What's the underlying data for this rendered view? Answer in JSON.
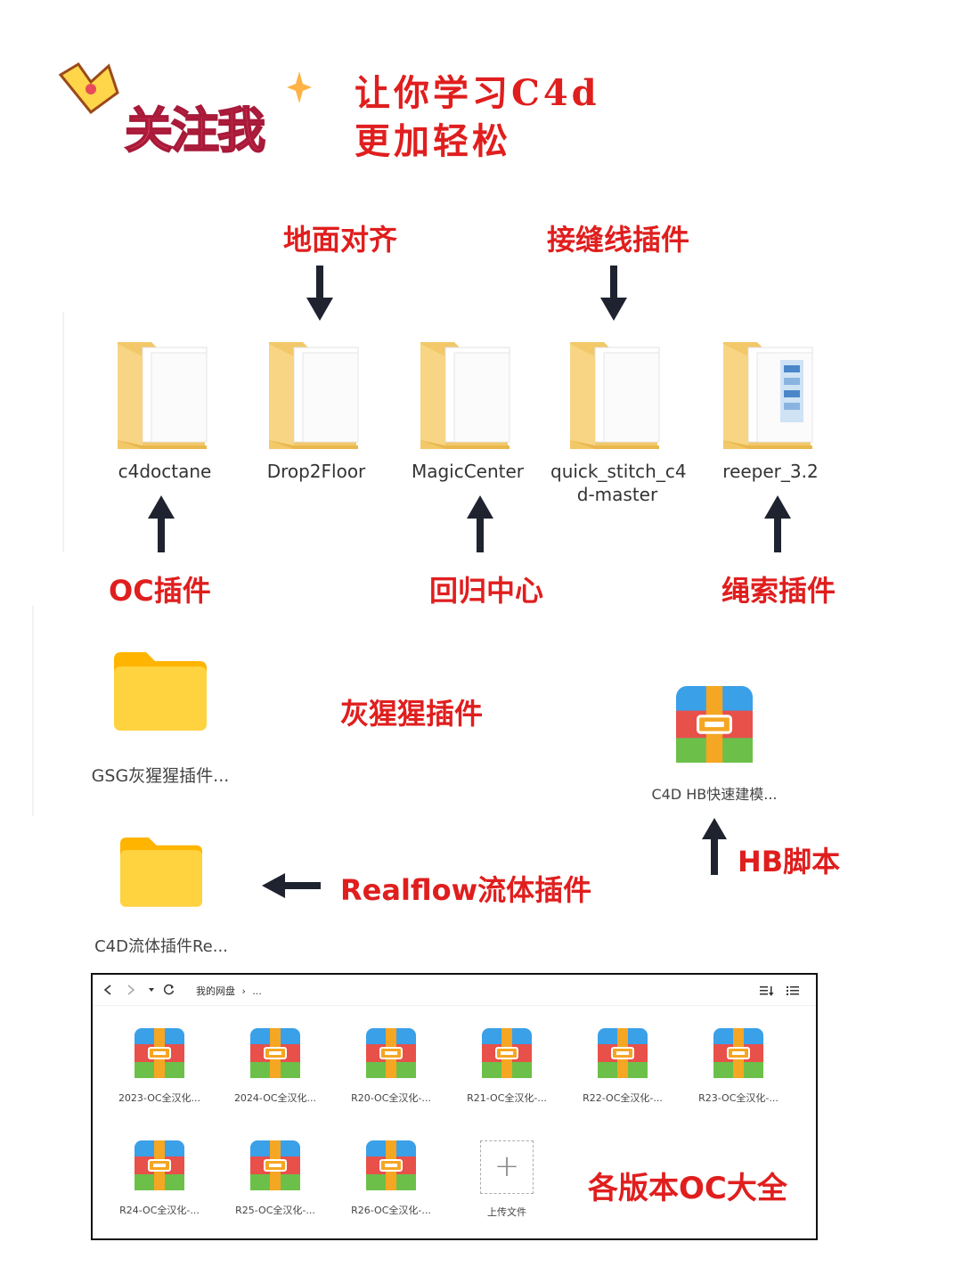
{
  "header": {
    "logo_text": "关注我",
    "tagline_line1": "让你学习C4d",
    "tagline_line2": "更加轻松"
  },
  "top_labels": {
    "drop2floor_desc": "地面对齐",
    "quickstitch_desc": "接缝线插件"
  },
  "folders": [
    {
      "name": "c4doctane"
    },
    {
      "name": "Drop2Floor"
    },
    {
      "name": "MagicCenter"
    },
    {
      "name": "quick_stitch_c4\nd-master"
    },
    {
      "name": "reeper_3.2"
    }
  ],
  "bottom_labels": {
    "octane_desc": "OC插件",
    "magiccenter_desc": "回归中心",
    "reeper_desc": "绳索插件"
  },
  "middle": {
    "gsg_folder_name": "GSG灰猩猩插件...",
    "gsg_desc": "灰猩猩插件",
    "hb_file_name": "C4D HB快速建模...",
    "hb_desc": "HB脚本",
    "realflow_folder_name": "C4D流体插件Re...",
    "realflow_desc": "Realflow流体插件"
  },
  "panel": {
    "breadcrumb": "我的网盘",
    "breadcrumb_more": "...",
    "back_icon": "chevron-left-icon",
    "forward_icon": "chevron-right-icon",
    "refresh_icon": "refresh-icon",
    "sort_icon": "sort-icon",
    "list_icon": "list-view-icon",
    "files_row1": [
      "2023-OC全汉化...",
      "2024-OC全汉化...",
      "R20-OC全汉化-...",
      "R21-OC全汉化-...",
      "R22-OC全汉化-...",
      "R23-OC全汉化-..."
    ],
    "files_row2": [
      "R24-OC全汉化-...",
      "R25-OC全汉化-...",
      "R26-OC全汉化-..."
    ],
    "upload_label": "上传文件",
    "desc": "各版本OC大全"
  },
  "colors": {
    "accent_red": "#e01e1e",
    "arrow": "#1f2330",
    "folder_yellow": "#ffcc33"
  }
}
